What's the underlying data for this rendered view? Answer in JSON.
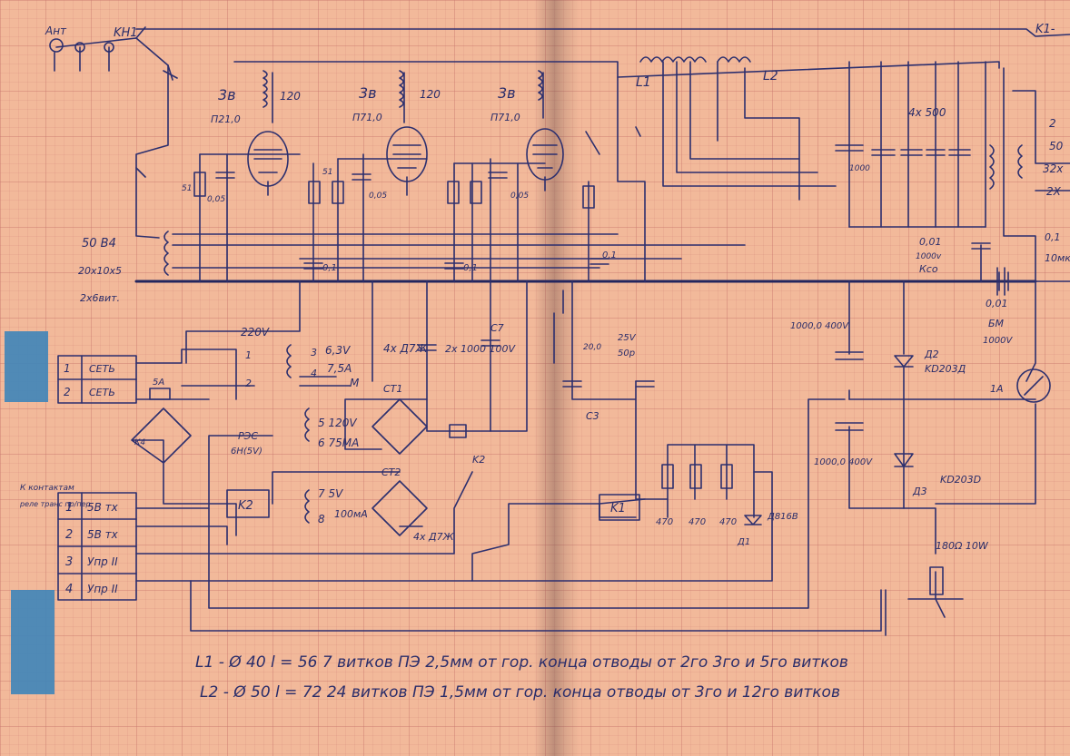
{
  "labels": {
    "antenna": "Ант",
    "kn1_left": "KH1",
    "kn1_right": "K1-",
    "tube1_type": "П21,0",
    "tube2_type": "П71,0",
    "tube3_type": "П71,0",
    "v3": "3в",
    "r120": "120",
    "cap005": "0,05",
    "res51": "51",
    "l1": "L1",
    "l2": "L2",
    "cap4x500": "4х 500",
    "cap1000": "1000",
    "cap001": "0,01",
    "cap1000v": "1000v",
    "kso": "Ксо",
    "cap001b": "0,01",
    "bm": "БМ",
    "bm1000v": "1000V",
    "trans_50b4": "50 В4",
    "trans_20x10x5": "20х10х5",
    "trans_2x6": "2х6вит.",
    "cap01a": "0,1",
    "cap01b": "0,1",
    "cap01c": "0,1",
    "v220": "220V",
    "v63": "6,3V",
    "a75": "7,5А",
    "m": "M",
    "num3": "3",
    "num4": "4",
    "num1": "1",
    "num2": "2",
    "d7zh_a": "4х Д7Ж",
    "cap2x1000": "2х 1000 100V",
    "c7": "С7",
    "cap200": "20,0",
    "v25": "25V",
    "p50": "50р",
    "c3": "С3",
    "ct1": "СТ1",
    "ct2": "СТ2",
    "s120v": "5 120V",
    "s75ma": "6 75МА",
    "s75v": "7 5V",
    "s8": "8",
    "ma100": "100мА",
    "d7zh_b": "4х Д7Ж",
    "k2": "K2",
    "k2b": "K2",
    "k1": "K1",
    "res470a": "470",
    "res470b": "470",
    "res470c": "470",
    "d816b": "Д816В",
    "d1": "Д1",
    "a5": "5А",
    "rez": "РЭС",
    "rez_6v": "6Н(5V)",
    "k4": "К4",
    "cap1000_400a": "1000,0 400V",
    "cap1000_400b": "1000,0 400V",
    "d2": "Д2",
    "kd203d_a": "KD203Д",
    "d3": "Д3",
    "kd203d_b": "KD203D",
    "r180": "180Ω 10W",
    "a1": "1А",
    "right_2": "2",
    "right_50": "50",
    "right_32": "32х",
    "right_2x": "2Х",
    "right_012": "0,1",
    "right_10": "10мк",
    "conn_title": "К контактам",
    "conn_sub": "реле транс пр/пер",
    "net_rows": [
      "СЕТЬ",
      "СЕТЬ"
    ],
    "net_nums": [
      "1",
      "2"
    ],
    "ctrl_rows": [
      "5В тх",
      "5В тх",
      "Упр II",
      "Упр II"
    ],
    "ctrl_nums": [
      "1",
      "2",
      "3",
      "4"
    ],
    "note_l1": "L1 - Ø 40  l = 56  7 витков ПЭ 2,5мм   от гор. конца отводы от 2го 3го и 5го витков",
    "note_l2": "L2 - Ø 50  l = 72  24 витков ПЭ 1,5мм   от гор. конца отводы от 3го и 12го витков"
  },
  "colors": {
    "paper": "#f2b99a",
    "ink": "#2c2f6e",
    "tape": "#3e85b9"
  }
}
